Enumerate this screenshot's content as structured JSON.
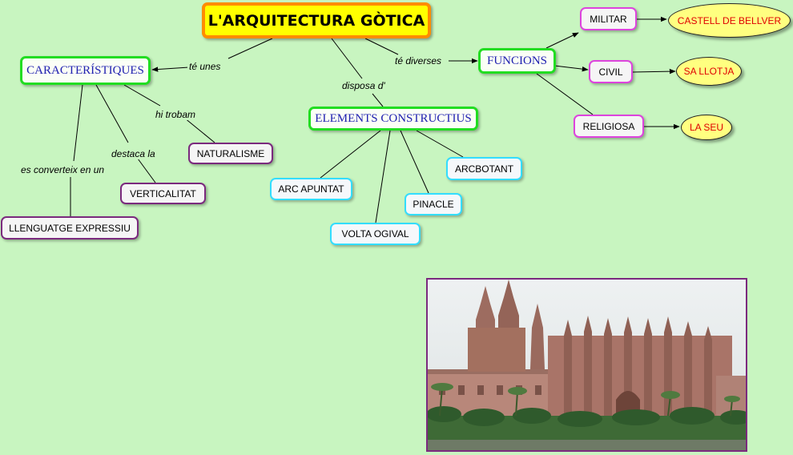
{
  "diagram": {
    "title": "L'ARQUITECTURA GÒTICA",
    "nodes": {
      "caracteristiques": "CARACTERÍSTIQUES",
      "elements": "ELEMENTS CONSTRUCTIUS",
      "funcions": "FUNCIONS",
      "naturalisme": "NATURALISME",
      "verticalitat": "VERTICALITAT",
      "llenguatge": "LLENGUATGE EXPRESSIU",
      "arc_apuntat": "ARC APUNTAT",
      "volta_ogival": "VOLTA OGIVAL",
      "pinacle": "PINACLE",
      "arcbotant": "ARCBOTANT",
      "militar": "MILITAR",
      "civil": "CIVIL",
      "religiosa": "RELIGIOSA",
      "castell": "CASTELL DE BELLVER",
      "llotja": "SA LLOTJA",
      "seu": "LA SEU"
    },
    "links": {
      "te_unes": "té unes",
      "disposa": "disposa d'",
      "te_diverses": "té diverses",
      "hi_trobam": "hi trobam",
      "destaca_la": "destaca la",
      "es_converteix": "es converteix en un"
    }
  },
  "colors": {
    "background": "#c8f5c0",
    "title_fill": "#ffff00",
    "title_border": "#ff8c00",
    "concept_border": "#22dd22",
    "feature_border": "#7b2a7e",
    "function_border": "#dd44dd",
    "element_border": "#33ddff",
    "example_fill": "#ffff80",
    "example_text": "#e00000"
  },
  "image": {
    "subject": "gothic cathedral photo"
  }
}
